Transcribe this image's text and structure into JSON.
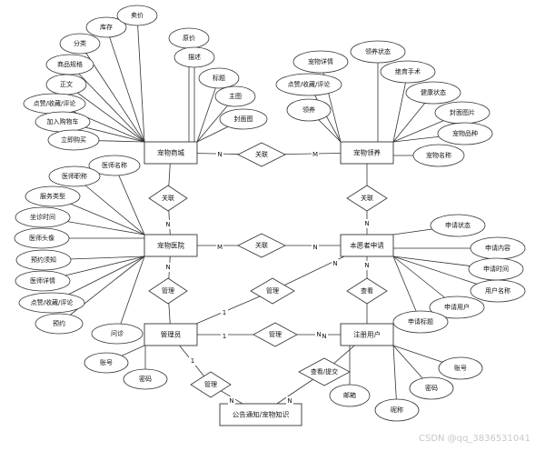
{
  "diagram": {
    "entities": [
      {
        "id": "e_goods",
        "label": "宠物商城"
      },
      {
        "id": "e_adopt",
        "label": "宠物领养"
      },
      {
        "id": "e_service",
        "label": "宠物医院"
      },
      {
        "id": "e_apply",
        "label": "本愿者申请"
      },
      {
        "id": "e_admin",
        "label": "管理员"
      },
      {
        "id": "e_user",
        "label": "注册用户"
      },
      {
        "id": "e_notice",
        "label": "公告通知/宠物知识"
      }
    ],
    "relationships": [
      {
        "id": "r1",
        "label": "关联"
      },
      {
        "id": "r2",
        "label": "关联"
      },
      {
        "id": "r3",
        "label": "关联"
      },
      {
        "id": "r4",
        "label": "关联"
      },
      {
        "id": "r5",
        "label": "管理"
      },
      {
        "id": "r6",
        "label": "管理"
      },
      {
        "id": "r7",
        "label": "查看"
      },
      {
        "id": "r8",
        "label": "管理"
      },
      {
        "id": "r9",
        "label": "管理"
      },
      {
        "id": "r10",
        "label": "查看/提交"
      }
    ],
    "attributes": [
      {
        "label": "库存"
      },
      {
        "label": "卖价"
      },
      {
        "label": "分类"
      },
      {
        "label": "原价"
      },
      {
        "label": "商品规格"
      },
      {
        "label": "描述"
      },
      {
        "label": "正文"
      },
      {
        "label": "标题"
      },
      {
        "label": "点赞/收藏/评论"
      },
      {
        "label": "主图"
      },
      {
        "label": "加入购物车"
      },
      {
        "label": "封面图"
      },
      {
        "label": "立即购买"
      },
      {
        "label": "宠物详情"
      },
      {
        "label": "领养状态"
      },
      {
        "label": "点赞/收藏/评论"
      },
      {
        "label": "绝育手术"
      },
      {
        "label": "领养"
      },
      {
        "label": "健康状态"
      },
      {
        "label": "封面图片"
      },
      {
        "label": "宠物品种"
      },
      {
        "label": "宠物名称"
      },
      {
        "label": "医师名称"
      },
      {
        "label": "医师职称"
      },
      {
        "label": "服务类型"
      },
      {
        "label": "坐诊时间"
      },
      {
        "label": "医师头像"
      },
      {
        "label": "预约须知"
      },
      {
        "label": "医师详情"
      },
      {
        "label": "点赞/收藏/评论"
      },
      {
        "label": "预约"
      },
      {
        "label": "问诊"
      },
      {
        "label": "申请状态"
      },
      {
        "label": "申请内容"
      },
      {
        "label": "申请时间"
      },
      {
        "label": "用户名称"
      },
      {
        "label": "申请用户"
      },
      {
        "label": "申请标题"
      },
      {
        "label": "账号"
      },
      {
        "label": "密码"
      },
      {
        "label": "账号"
      },
      {
        "label": "密码"
      },
      {
        "label": "邮箱"
      },
      {
        "label": "昵称"
      }
    ],
    "cardinalities": [
      "N",
      "M",
      "N",
      "N",
      "N",
      "M",
      "N",
      "N",
      "1",
      "N",
      "1",
      "N",
      "1",
      "N",
      "N",
      "N"
    ]
  },
  "watermark": "CSDN @qq_3836531041"
}
